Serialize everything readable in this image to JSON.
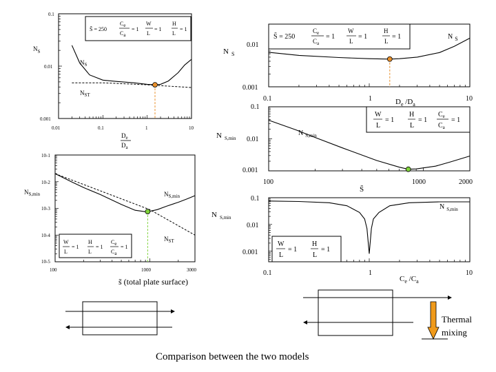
{
  "caption": "Comparison between the two models",
  "thermal_label": [
    "Thermal",
    "mixing"
  ],
  "colors": {
    "orange_marker": "#e8902c",
    "green_marker": "#7fd23a",
    "orange_arrow": "#f09a1a",
    "line": "#000000"
  },
  "common": {
    "Stilde": "S̃",
    "eq": "=",
    "one": "1",
    "val250": "250",
    "W": "W",
    "L": "L",
    "H": "H",
    "Ce": "C",
    "Ce_sub": "e",
    "Ca": "C",
    "Ca_sub": "a",
    "De": "D",
    "De_sub": "e",
    "Da": "D",
    "Da_sub": "a"
  },
  "chart_data": [
    {
      "id": "left-top",
      "type": "line",
      "xscale": "log",
      "yscale": "log",
      "xlim": [
        0.01,
        10
      ],
      "ylim": [
        0.001,
        0.1
      ],
      "xticks": [
        "0.01",
        "0.1",
        "1",
        "10"
      ],
      "yticks": [
        "0.001",
        "0.01",
        "0.1"
      ],
      "ylabel": "N",
      "ylabel_sub": "S",
      "xlabel_num": "D",
      "xlabel_num_sub": "e",
      "xlabel_den": "D",
      "xlabel_den_sub": "a",
      "legend": "S̃ = 250   Ce/Ca = 1   W/L = 1   H/L = 1",
      "series": [
        {
          "name": "N_S",
          "style": "solid",
          "x": [
            0.02,
            0.03,
            0.05,
            0.1,
            0.2,
            0.5,
            1,
            1.5,
            2,
            3,
            5,
            7,
            10
          ],
          "y": [
            0.025,
            0.0115,
            0.0068,
            0.0054,
            0.0051,
            0.0048,
            0.0045,
            0.0044,
            0.0045,
            0.0052,
            0.0075,
            0.0105,
            0.0135
          ]
        },
        {
          "name": "N_ST",
          "style": "dashed",
          "x": [
            0.02,
            0.1,
            1,
            10
          ],
          "y": [
            0.0048,
            0.0048,
            0.0044,
            0.0039
          ]
        }
      ],
      "labels": [
        {
          "text": "N",
          "sub": "S"
        },
        {
          "text": "N",
          "sub": "ST"
        }
      ],
      "marker": {
        "x": 1.5,
        "y": 0.0044,
        "color": "orange"
      }
    },
    {
      "id": "left-bottom",
      "type": "line",
      "xscale": "log",
      "yscale": "log",
      "xlim": [
        100,
        3000
      ],
      "ylim": [
        1e-05,
        0.1
      ],
      "xticks": [
        "100",
        "1000",
        "3000"
      ],
      "yticks": [
        "10-5",
        "10-4",
        "10-3",
        "10-2",
        "10-1"
      ],
      "ylabel": "N",
      "ylabel_sub": "S,min",
      "xlabel": "s̃ (total plate surface)",
      "legend": "W/L = 1   H/L = 1   Ce/Ca = 1",
      "series": [
        {
          "name": "N_S,min",
          "style": "solid",
          "x": [
            100,
            150,
            200,
            300,
            500,
            700,
            900,
            1000,
            1200,
            1500,
            2000,
            2500,
            3000
          ],
          "y": [
            0.02,
            0.0098,
            0.006,
            0.0033,
            0.0014,
            0.00085,
            0.00075,
            0.00078,
            0.0009,
            0.0012,
            0.0017,
            0.0023,
            0.003
          ]
        },
        {
          "name": "N_ST",
          "style": "dashed",
          "x": [
            100,
            1000,
            3000
          ],
          "y": [
            0.02,
            0.0009,
            0.0001
          ]
        }
      ],
      "labels": [
        {
          "text": "N",
          "sub": "S,min"
        },
        {
          "text": "N",
          "sub": "ST"
        }
      ],
      "marker": {
        "x": 950,
        "y": 0.00076,
        "color": "green"
      }
    },
    {
      "id": "right-top",
      "type": "line",
      "xscale": "log",
      "yscale": "log",
      "xlim": [
        0.1,
        10
      ],
      "ylim": [
        0.001,
        0.03
      ],
      "xticks": [
        "0.1",
        "1",
        "10"
      ],
      "yticks": [
        "0.001",
        "0.01"
      ],
      "ylabel": "N",
      "ylabel_sub": "S",
      "xlabel": "D",
      "xlabel_sub": "e",
      "xlabel_mid": " /D",
      "xlabel_sub2": "a",
      "legend": "S̃ = 250   Ce/Ca = 1   W/L = 1   H/L = 1",
      "series": [
        {
          "name": "N_S",
          "style": "solid",
          "x": [
            0.1,
            0.2,
            0.5,
            1,
            1.6,
            2,
            3,
            5,
            7,
            10
          ],
          "y": [
            0.0065,
            0.0055,
            0.0049,
            0.0046,
            0.0045,
            0.0046,
            0.005,
            0.0064,
            0.009,
            0.014
          ]
        }
      ],
      "labels": [
        {
          "text": "N",
          "sub": "S"
        }
      ],
      "marker": {
        "x": 1.6,
        "y": 0.0045,
        "color": "orange"
      }
    },
    {
      "id": "right-mid",
      "type": "line",
      "xscale": "log",
      "yscale": "log",
      "xlim": [
        100,
        2000
      ],
      "ylim": [
        0.001,
        0.1
      ],
      "xticks": [
        "100",
        "1000",
        "2000"
      ],
      "yticks": [
        "0.001",
        "0.01",
        "0.1"
      ],
      "ylabel": "N",
      "ylabel_sub": "S,min",
      "xlabel": "S̃",
      "legend": "W/L = 1   H/L = 1   Ce/Ca = 1",
      "series": [
        {
          "name": "N_S,min",
          "style": "solid",
          "x": [
            100,
            150,
            200,
            300,
            500,
            700,
            800,
            900,
            1200,
            1500,
            2000
          ],
          "y": [
            0.038,
            0.019,
            0.011,
            0.0052,
            0.0021,
            0.0013,
            0.00112,
            0.00115,
            0.0014,
            0.0019,
            0.0029
          ]
        }
      ],
      "labels": [
        {
          "text": "N",
          "sub": "S,min"
        }
      ],
      "marker": {
        "x": 800,
        "y": 0.00112,
        "color": "green"
      }
    },
    {
      "id": "right-bottom",
      "type": "line",
      "xscale": "log",
      "yscale": "log",
      "xlim": [
        0.1,
        10
      ],
      "ylim": [
        0.0004,
        0.1
      ],
      "xticks": [
        "0.1",
        "1",
        "10"
      ],
      "yticks": [
        "0.001",
        "0.01",
        "0.1"
      ],
      "ylabel": "N",
      "ylabel_sub": "S,min",
      "xlabel": "C",
      "xlabel_sub": "e",
      "xlabel_mid": " /C",
      "xlabel_sub2": "a",
      "legend": "W/L = 1   H/L = 1",
      "series": [
        {
          "name": "N_S,min",
          "style": "solid",
          "x": [
            0.1,
            0.2,
            0.4,
            0.6,
            0.8,
            0.9,
            0.95,
            1.0,
            1.05,
            1.1,
            1.25,
            1.6,
            2.5,
            5,
            10
          ],
          "y": [
            0.075,
            0.072,
            0.065,
            0.05,
            0.028,
            0.016,
            0.007,
            0.0008,
            0.007,
            0.016,
            0.028,
            0.05,
            0.065,
            0.07,
            0.07
          ]
        }
      ],
      "labels": [
        {
          "text": "N",
          "sub": "S,min"
        }
      ],
      "marker": null
    }
  ]
}
